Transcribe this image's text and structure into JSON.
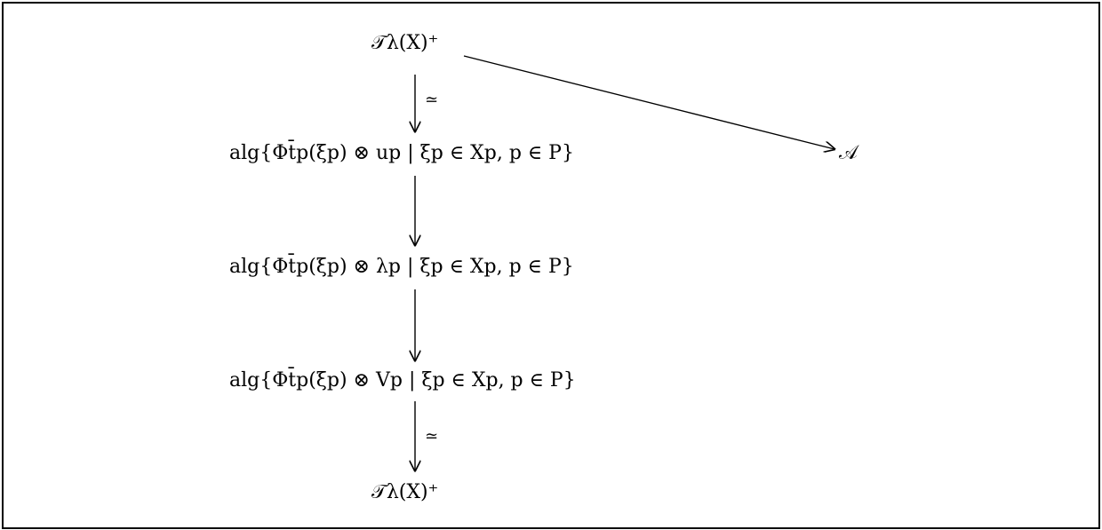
{
  "nodes": {
    "top": "𝒯λ(X)⁺",
    "a": "𝒜",
    "row_u": "alg{Φt̄p(ξp) ⊗ up | ξp ∈ Xp, p ∈ P}",
    "row_lambda": "alg{Φt̄p(ξp) ⊗ λp | ξp ∈ Xp, p ∈ P}",
    "row_v": "alg{Φt̄p(ξp) ⊗ Vp | ξp ∈ Xp, p ∈ P}",
    "bottom": "𝒯λ(X)⁺"
  },
  "arrows": {
    "iso_top": "≃",
    "iso_bottom": "≃"
  }
}
